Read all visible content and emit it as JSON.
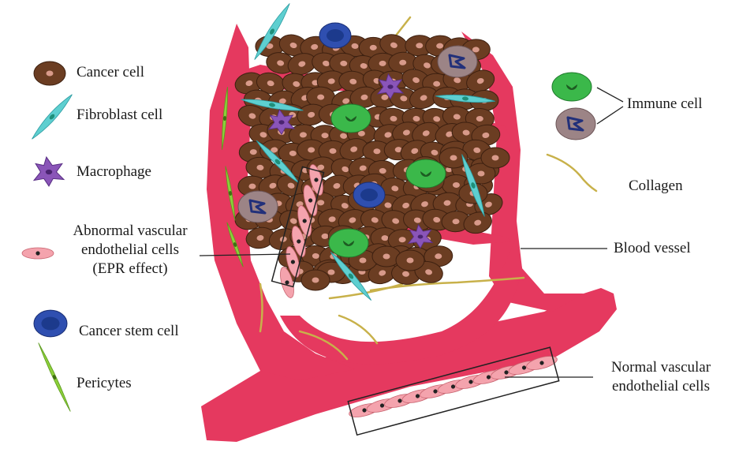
{
  "legend": {
    "cancer_cell": "Cancer cell",
    "fibroblast_cell": "Fibroblast cell",
    "macrophage": "Macrophage",
    "abnormal_endothelial_line1": "Abnormal vascular",
    "abnormal_endothelial_line2": "endothelial cells",
    "abnormal_endothelial_line3": "(EPR effect)",
    "cancer_stem_cell": "Cancer stem cell",
    "pericytes": "Pericytes"
  },
  "callouts": {
    "immune_cell": "Immune cell",
    "collagen": "Collagen",
    "blood_vessel": "Blood vessel",
    "normal_endothelial_line1": "Normal vascular",
    "normal_endothelial_line2": "endothelial cells"
  },
  "colors": {
    "vessel": "#e5395f",
    "cancer_cell": "#6b3d22",
    "cancer_nucleus": "#d89a8a",
    "fibroblast": "#5ecfd0",
    "macrophage": "#8a55b8",
    "immune_green": "#3bb84a",
    "immune_grey": "#9c8486",
    "stem_cell": "#2f4fb0",
    "pericyte": "#8ccf3a",
    "collagen": "#c8b14a",
    "endothelial": "#f4a3ad"
  }
}
